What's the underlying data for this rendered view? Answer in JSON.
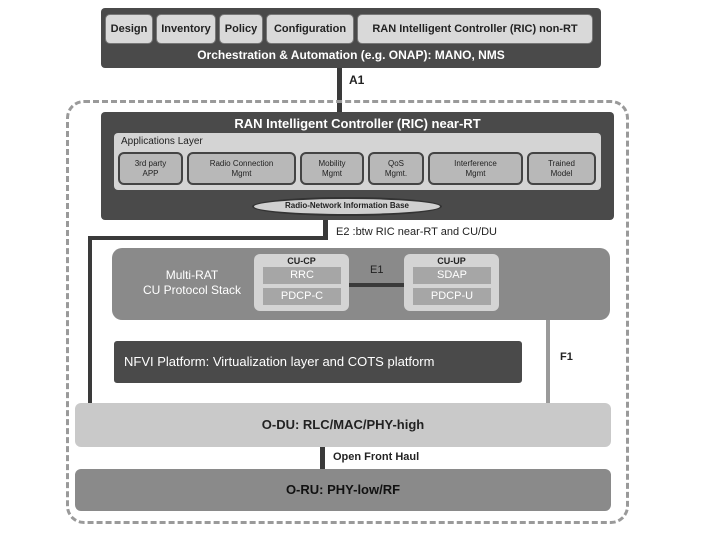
{
  "orchestration": {
    "tabs": [
      "Design",
      "Inventory",
      "Policy",
      "Configuration",
      "RAN Intelligent Controller (RIC) non-RT"
    ],
    "title": "Orchestration & Automation (e.g. ONAP): MANO, NMS"
  },
  "interfaces": {
    "a1": "A1",
    "e2": "E2 :btw RIC near-RT and CU/DU",
    "e1": "E1",
    "f1": "F1",
    "fronthaul": "Open Front Haul"
  },
  "ric_near_rt": {
    "title": "RAN Intelligent Controller (RIC) near-RT",
    "apps_layer": "Applications Layer",
    "apps": [
      {
        "line1": "3rd party",
        "line2": "APP"
      },
      {
        "line1": "Radio Connection",
        "line2": "Mgmt"
      },
      {
        "line1": "Mobility",
        "line2": "Mgmt"
      },
      {
        "line1": "QoS",
        "line2": "Mgmt."
      },
      {
        "line1": "Interference",
        "line2": "Mgmt"
      },
      {
        "line1": "Trained",
        "line2": "Model"
      }
    ],
    "rnib": "Radio-Network Information Base"
  },
  "cu": {
    "stack_line1": "Multi-RAT",
    "stack_line2": "CU Protocol Stack",
    "cp_title": "CU-CP",
    "cp_items": [
      "RRC",
      "PDCP-C"
    ],
    "up_title": "CU-UP",
    "up_items": [
      "SDAP",
      "PDCP-U"
    ]
  },
  "nfvi": "NFVI Platform: Virtualization layer and COTS platform",
  "odu": "O-DU: RLC/MAC/PHY-high",
  "oru": "O-RU: PHY-low/RF"
}
